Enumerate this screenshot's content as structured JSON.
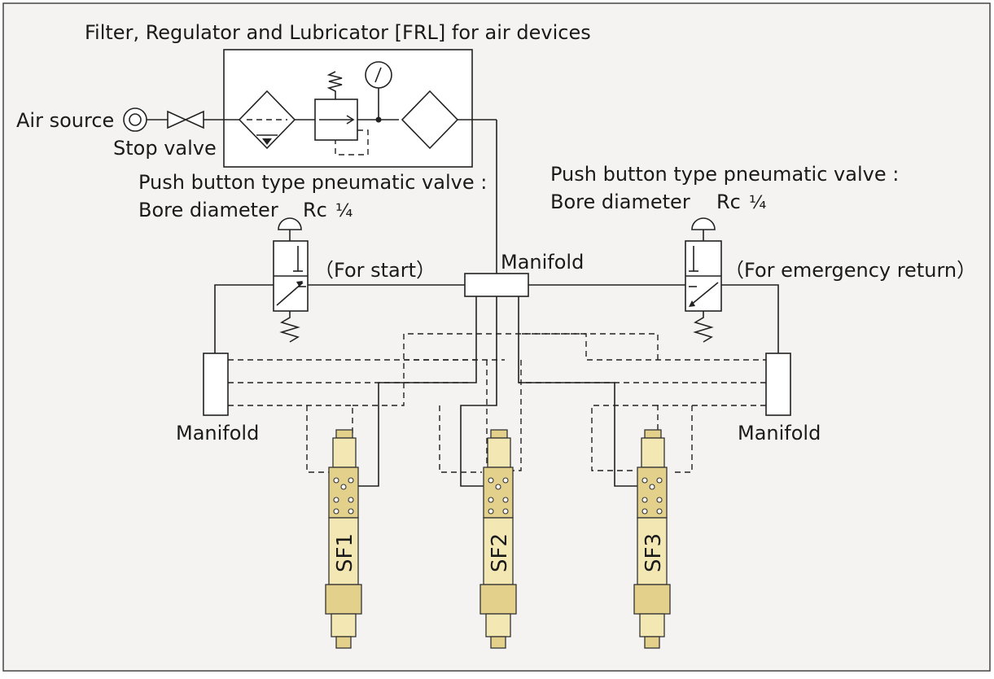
{
  "labels": {
    "frl_title": "Filter, Regulator and Lubricator [FRL] for air devices",
    "air_source": "Air source",
    "stop_valve": "Stop valve",
    "valve_left_line1": "Push button type pneumatic valve :",
    "valve_left_line2": "Bore diameter",
    "valve_left_rc": "Rc",
    "valve_right_line1": "Push button type pneumatic valve :",
    "valve_right_line2": "Bore diameter",
    "valve_right_rc": "Rc",
    "for_start": "（For start）",
    "for_emergency": "（For emergency return）",
    "manifold_center": "Manifold",
    "manifold_left": "Manifold",
    "manifold_right": "Manifold",
    "tool1": "SF1",
    "tool2": "SF2",
    "tool3": "SF3"
  },
  "colors": {
    "background": "#f4f3f1",
    "tool_body": "#f3e7b3"
  }
}
